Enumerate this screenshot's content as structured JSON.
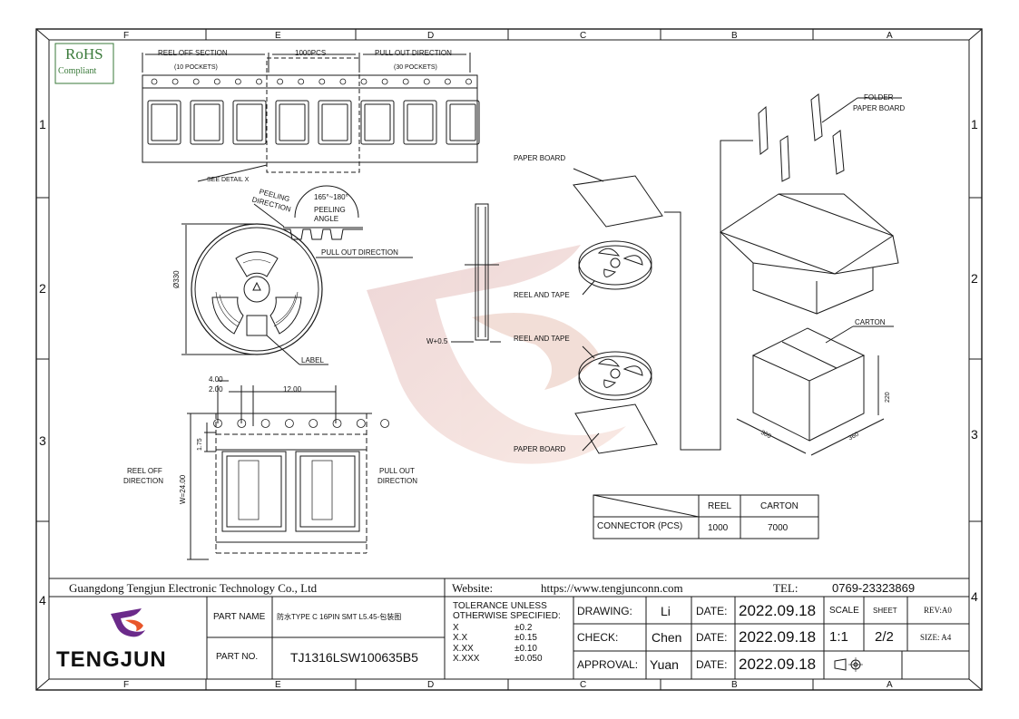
{
  "border": {
    "cols_top": [
      "F",
      "E",
      "D",
      "C",
      "B",
      "A"
    ],
    "cols_bottom": [
      "F",
      "E",
      "D",
      "C",
      "B",
      "A"
    ],
    "rows_left": [
      "1",
      "2",
      "3",
      "4"
    ],
    "rows_right": [
      "1",
      "2",
      "3",
      "4"
    ]
  },
  "rohs": {
    "line1": "RoHS",
    "line2": "Compliant"
  },
  "tape_strip": {
    "reel_off_section": "REEL OFF SECTION",
    "reel_off_pockets": "(10 POCKETS)",
    "pcs": "1000PCS",
    "pull_out_direction": "PULL OUT DIRECTION",
    "pull_out_pockets": "(30 POCKETS)",
    "see_detail": "SEE DETAIL X"
  },
  "reel_view": {
    "peeling_direction_1": "PEELING",
    "peeling_direction_2": "DIRECTION",
    "angle_range": "165°~180°",
    "peeling_angle_1": "PEELING",
    "peeling_angle_2": "ANGLE",
    "pull_out_direction": "PULL OUT DIRECTION",
    "diameter": "Ø330",
    "label": "LABEL"
  },
  "detail_x": {
    "dim_4": "4.00",
    "dim_2": "2.00",
    "dim_12": "12.00",
    "dim_175": "1.75",
    "dim_w24": "W=24.00",
    "reel_off_1": "REEL OFF",
    "reel_off_2": "DIRECTION",
    "pull_out_1": "PULL OUT",
    "pull_out_2": "DIRECTION"
  },
  "reel_side": {
    "width_label": "W+0.5"
  },
  "packaging": {
    "paper_board_top": "PAPER BOARD",
    "reel_and_tape_1": "REEL AND TAPE",
    "reel_and_tape_2": "REEL AND TAPE",
    "paper_board_bottom": "PAPER BOARD",
    "folder_1": "FOLDER",
    "folder_2": "PAPER BOARD",
    "carton": "CARTON",
    "dim_220": "220",
    "dim_360a": "360",
    "dim_360b": "360"
  },
  "qty_table": {
    "header_reel": "REEL",
    "header_carton": "CARTON",
    "row_label": "CONNECTOR (PCS)",
    "reel_qty": "1000",
    "carton_qty": "7000"
  },
  "title_block": {
    "company": "Guangdong Tengjun Electronic Technology Co., Ltd",
    "website_label": "Website:",
    "website": "https://www.tengjunconn.com",
    "tel_label": "TEL:",
    "tel": "0769-23323869",
    "logo_text": "TENGJUN",
    "part_name_label": "PART NAME",
    "part_name": "防水TYPE C 16PIN SMT L5.45-包装图",
    "part_no_label": "PART NO.",
    "part_no": "TJ1316LSW100635B5",
    "tol_1": "TOLERANCE  UNLESS",
    "tol_2": "OTHERWISE  SPECIFIED:",
    "tol_rows": [
      {
        "k": "X",
        "v": "±0.2"
      },
      {
        "k": "X.X",
        "v": "±0.15"
      },
      {
        "k": "X.XX",
        "v": "±0.10"
      },
      {
        "k": "X.XXX",
        "v": "±0.050"
      }
    ],
    "drawing_label": "DRAWING:",
    "drawing_by": "Li",
    "check_label": "CHECK:",
    "check_by": "Chen",
    "approval_label": "APPROVAL:",
    "approval_by": "Yuan",
    "date_label_1": "DATE:",
    "date_label_2": "DATE:",
    "date_label_3": "DATE:",
    "date_1": "2022.09.18",
    "date_2": "2022.09.18",
    "date_3": "2022.09.18",
    "scale_label": "SCALE",
    "sheet_label": "SHEET",
    "rev": "REV:A0",
    "scale": "1:1",
    "sheet": "2/2",
    "size": "SIZE: A4"
  },
  "colors": {
    "line": "#1a1a1a",
    "watermark_red": "#c86a6a",
    "logo_purple": "#6b2a8a",
    "logo_orange": "#e8562a"
  }
}
